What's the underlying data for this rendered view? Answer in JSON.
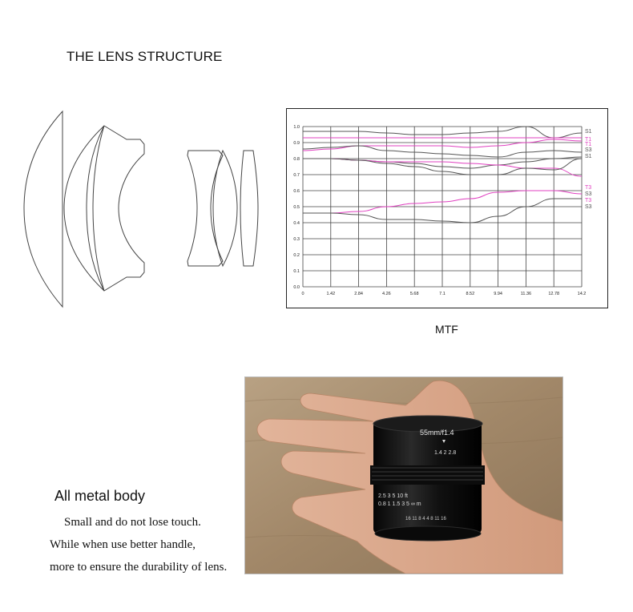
{
  "lens_section": {
    "title": "THE LENS STRUCTURE"
  },
  "mtf": {
    "caption": "MTF",
    "chart_data": {
      "type": "line",
      "x_ticks": [
        "0",
        "1.42",
        "2.84",
        "4.26",
        "5.68",
        "7.1",
        "8.52",
        "9.94",
        "11.36",
        "12.78",
        "14.2"
      ],
      "y_ticks": [
        "0.0",
        "0.1",
        "0.2",
        "0.3",
        "0.4",
        "0.5",
        "0.6",
        "0.7",
        "0.8",
        "0.9",
        "1.0"
      ],
      "xlim": [
        0,
        14.2
      ],
      "ylim": [
        0,
        1.0
      ],
      "grid": true,
      "series": [
        {
          "name": "S1",
          "color": "#555555",
          "end_label": "S1",
          "x": [
            0,
            1.42,
            2.84,
            4.26,
            5.68,
            7.1,
            8.52,
            9.94,
            11.36,
            12.78,
            14.2
          ],
          "y": [
            0.97,
            0.97,
            0.97,
            0.96,
            0.95,
            0.95,
            0.96,
            0.97,
            1.0,
            0.93,
            0.96
          ]
        },
        {
          "name": "T1",
          "color": "#e040c0",
          "end_label": "T1",
          "x": [
            0,
            1.42,
            2.84,
            4.26,
            5.68,
            7.1,
            8.52,
            9.94,
            11.36,
            12.78,
            14.2
          ],
          "y": [
            0.93,
            0.93,
            0.93,
            0.93,
            0.93,
            0.93,
            0.93,
            0.93,
            0.93,
            0.93,
            0.93
          ]
        },
        {
          "name": "T1",
          "color": "#e040c0",
          "end_label": "T1",
          "x": [
            0,
            1.42,
            2.84,
            4.26,
            5.68,
            7.1,
            8.52,
            9.94,
            11.36,
            12.78,
            14.2
          ],
          "y": [
            0.85,
            0.86,
            0.88,
            0.88,
            0.88,
            0.88,
            0.87,
            0.88,
            0.9,
            0.92,
            0.91
          ]
        },
        {
          "name": "S3",
          "color": "#555555",
          "end_label": "S3",
          "x": [
            0,
            1.42,
            2.84,
            4.26,
            5.68,
            7.1,
            8.52,
            9.94,
            11.36,
            12.78,
            14.2
          ],
          "y": [
            0.86,
            0.87,
            0.88,
            0.85,
            0.84,
            0.83,
            0.82,
            0.81,
            0.84,
            0.85,
            0.84
          ]
        },
        {
          "name": "S1",
          "color": "#555555",
          "end_label": "S1",
          "x": [
            0,
            1.42,
            2.84,
            4.26,
            5.68,
            7.1,
            8.52,
            9.94,
            11.36,
            12.78,
            14.2
          ],
          "y": [
            0.8,
            0.8,
            0.79,
            0.78,
            0.77,
            0.75,
            0.74,
            0.76,
            0.78,
            0.8,
            0.81
          ]
        },
        {
          "name": "T3",
          "color": "#e040c0",
          "end_label": "T3",
          "x": [
            0,
            1.42,
            2.84,
            4.26,
            5.68,
            7.1,
            8.52,
            9.94,
            11.36,
            12.78,
            14.2
          ],
          "y": [
            0.8,
            0.8,
            0.79,
            0.78,
            0.78,
            0.78,
            0.77,
            0.76,
            0.74,
            0.74,
            0.69
          ]
        },
        {
          "name": "S3",
          "color": "#555555",
          "end_label": "S3",
          "x": [
            0,
            1.42,
            2.84,
            4.26,
            5.68,
            7.1,
            8.52,
            9.94,
            11.36,
            12.78,
            14.2
          ],
          "y": [
            0.8,
            0.8,
            0.79,
            0.77,
            0.75,
            0.72,
            0.7,
            0.7,
            0.74,
            0.73,
            0.8
          ]
        },
        {
          "name": "T3",
          "color": "#e040c0",
          "end_label": "T3",
          "x": [
            0,
            1.42,
            2.84,
            4.26,
            5.68,
            7.1,
            8.52,
            9.94,
            11.36,
            12.78,
            14.2
          ],
          "y": [
            0.46,
            0.46,
            0.47,
            0.5,
            0.52,
            0.53,
            0.55,
            0.59,
            0.6,
            0.6,
            0.58
          ]
        },
        {
          "name": "S3",
          "color": "#555555",
          "end_label": "S3",
          "x": [
            0,
            1.42,
            2.84,
            4.26,
            5.68,
            7.1,
            8.52,
            9.94,
            11.36,
            12.78,
            14.2
          ],
          "y": [
            0.46,
            0.46,
            0.45,
            0.42,
            0.42,
            0.41,
            0.4,
            0.44,
            0.5,
            0.55,
            0.55
          ]
        }
      ]
    }
  },
  "photo": {
    "lens_marking": "55mm/f1.4",
    "aperture_scale": [
      "1.4",
      "2",
      "2.8"
    ],
    "distance_ft": [
      "2.5",
      "3",
      "5",
      "10",
      "ft"
    ],
    "distance_m": [
      "0.8",
      "1",
      "1.5",
      "3",
      "5",
      "∞",
      "m"
    ],
    "dof_scale": "16 11 8 4 4 8 11 16",
    "colors": {
      "table": "#a0876a",
      "skin": "#d9a98a",
      "lens_body": "#141414"
    }
  },
  "body_section": {
    "title": "All metal body",
    "lines": [
      "Small and do not lose touch.",
      "While when use better handle,",
      "more to ensure the durability of lens."
    ]
  }
}
